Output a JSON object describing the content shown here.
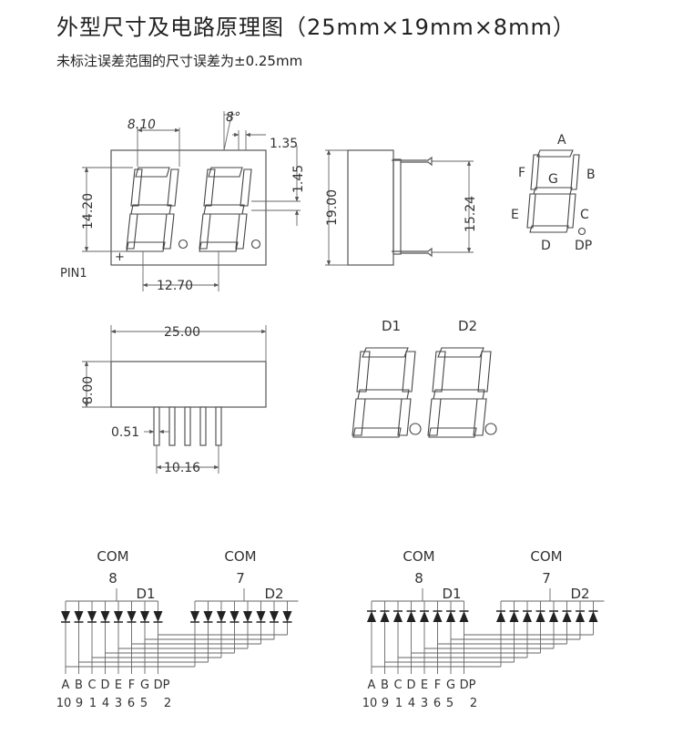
{
  "header": {
    "title": "外型尺寸及电路原理图（25mm×19mm×8mm）",
    "subtitle": "未标注误差范围的尺寸误差为±0.25mm"
  },
  "front_view": {
    "dim_digit_width": "8.10",
    "dim_angle": "8°",
    "dim_slant": "1.35",
    "dim_height": "14.20",
    "dim_seg_gap": "1.45",
    "dim_pitch": "12.70",
    "pin_label": "PIN1",
    "pin1_mark": "+"
  },
  "side_view": {
    "dim_height": "19.00",
    "dim_pin_span": "15.24"
  },
  "segment_legend": {
    "labels": [
      "A",
      "B",
      "C",
      "D",
      "E",
      "F",
      "G",
      "DP"
    ]
  },
  "bottom_view": {
    "dim_width": "25.00",
    "dim_depth": "8.00",
    "dim_pin_dia": "0.51",
    "dim_pin_pitch": "10.16"
  },
  "digit_labels": {
    "d1": "D1",
    "d2": "D2"
  },
  "circuits": [
    {
      "name": "left",
      "com_label_1": "COM",
      "com_pin_1": "8",
      "digit_1": "D1",
      "com_label_2": "COM",
      "com_pin_2": "7",
      "digit_2": "D2",
      "pin_letters": [
        "A",
        "B",
        "C",
        "D",
        "E",
        "F",
        "G",
        "DP"
      ],
      "pin_numbers": [
        "10",
        "9",
        "1",
        "4",
        "3",
        "6",
        "5",
        "2"
      ]
    },
    {
      "name": "right",
      "com_label_1": "COM",
      "com_pin_1": "8",
      "digit_1": "D1",
      "com_label_2": "COM",
      "com_pin_2": "7",
      "digit_2": "D2",
      "pin_letters": [
        "A",
        "B",
        "C",
        "D",
        "E",
        "F",
        "G",
        "DP"
      ],
      "pin_numbers": [
        "10",
        "9",
        "1",
        "4",
        "3",
        "6",
        "5",
        "2"
      ]
    }
  ]
}
